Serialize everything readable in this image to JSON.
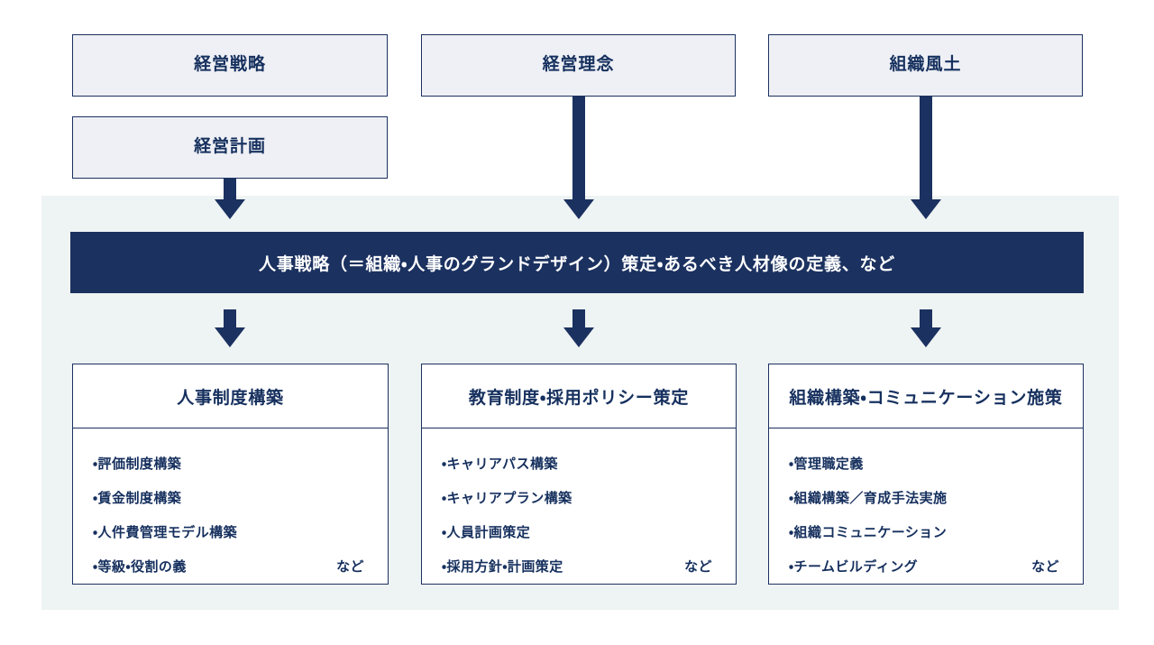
{
  "diagram": {
    "title_top_row": [
      {
        "id": "strategy",
        "label": "経営戦略"
      },
      {
        "id": "philosophy",
        "label": "経営理念"
      },
      {
        "id": "culture",
        "label": "組織風土"
      }
    ],
    "sub_box": {
      "id": "plan",
      "label": "経営計画"
    },
    "banner": {
      "label": "人事戦略（＝組織・人事のグランドデザイン）策定・あるべき人材像の定義、など"
    },
    "cards": [
      {
        "id": "hr-system",
        "title": "人事制度構築",
        "items": [
          {
            "text": "・評価制度構築",
            "etc": ""
          },
          {
            "text": "・賃金制度構築",
            "etc": ""
          },
          {
            "text": "・人件費管理モデル構築",
            "etc": ""
          },
          {
            "text": "・等級・役割の義",
            "etc": "など"
          }
        ]
      },
      {
        "id": "education",
        "title": "教育制度・採用ポリシー策定",
        "items": [
          {
            "text": "・キャリアパス構築",
            "etc": ""
          },
          {
            "text": "・キャリアプラン構築",
            "etc": ""
          },
          {
            "text": "・人員計画策定",
            "etc": ""
          },
          {
            "text": "・採用方針・計画策定",
            "etc": "など"
          }
        ]
      },
      {
        "id": "organization",
        "title": "組織構築・コミュニケーション施策",
        "items": [
          {
            "text": "・管理職定義",
            "etc": ""
          },
          {
            "text": "・組織構築／育成手法実施",
            "etc": ""
          },
          {
            "text": "・組織コミュニケーション",
            "etc": ""
          },
          {
            "text": "・チームビルディング",
            "etc": "など"
          }
        ]
      }
    ],
    "arrows": [
      {
        "id": "plan-to-banner",
        "icon": "down-arrow-icon"
      },
      {
        "id": "philosophy-to-banner",
        "icon": "down-arrow-icon"
      },
      {
        "id": "culture-to-banner",
        "icon": "down-arrow-icon"
      },
      {
        "id": "banner-to-card1",
        "icon": "down-arrow-icon"
      },
      {
        "id": "banner-to-card2",
        "icon": "down-arrow-icon"
      },
      {
        "id": "banner-to-card3",
        "icon": "down-arrow-icon"
      }
    ],
    "colors": {
      "navy": "#1b3160",
      "navy_text": "#16305e",
      "panel_bg": "#eef3f3",
      "box_bg": "#eef0f5",
      "card_bg": "#ffffff",
      "page_bg": "#ffffff"
    }
  }
}
